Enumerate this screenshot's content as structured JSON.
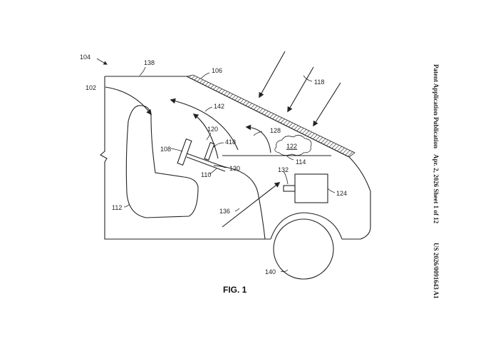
{
  "header": {
    "line1": "Patent Application Publication",
    "line2": "Apr. 2, 2026   Sheet 1 of 12",
    "line3": "US 2026/0091643 A1"
  },
  "figure": {
    "caption": "FIG. 1"
  },
  "labels": {
    "l104": "104",
    "l138": "138",
    "l106": "106",
    "l118": "118",
    "l102": "102",
    "l142": "142",
    "l120": "120",
    "l418": "418",
    "l128": "128",
    "l122": "122",
    "l108": "108",
    "l130": "130",
    "l114": "114",
    "l110": "110",
    "l132": "132",
    "l124": "124",
    "l112": "112",
    "l136": "136",
    "l140": "140"
  }
}
